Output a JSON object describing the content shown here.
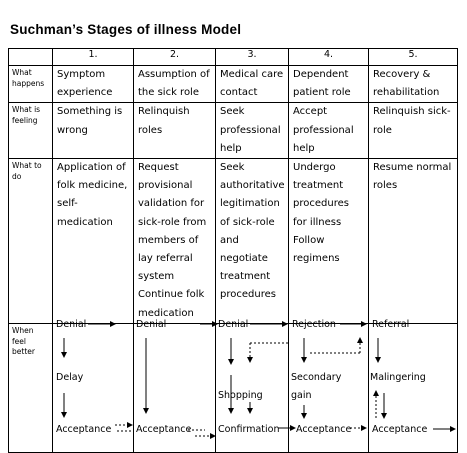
{
  "title": "Suchman’s Stages of illness Model",
  "stages": [
    "1.",
    "2.",
    "3.",
    "4.",
    "5."
  ],
  "row_labels": {
    "what_happens": [
      "What",
      "happens"
    ],
    "what_is_feeling": [
      "What is",
      "feeling"
    ],
    "what_to_do": [
      "What to",
      "do"
    ],
    "when_feel_better": [
      "When",
      "feel",
      "better"
    ]
  },
  "what_happens": [
    [
      "Symptom",
      "experience"
    ],
    [
      "Assumption of",
      "the sick role"
    ],
    [
      "Medical care",
      "contact"
    ],
    [
      "Dependent",
      "patient role"
    ],
    [
      "Recovery &",
      "rehabilitation"
    ]
  ],
  "feeling": [
    [
      "Something is",
      "wrong"
    ],
    [
      "Relinquish",
      "roles"
    ],
    [
      "Seek",
      "professional",
      "help"
    ],
    [
      "Accept",
      "professional",
      "help"
    ],
    [
      "Relinquish sick-",
      "role"
    ]
  ],
  "what_to_do": [
    [
      "Application of",
      "folk medicine,",
      "self-",
      "medication"
    ],
    [
      "Request",
      "provisional",
      "validation for",
      "sick-role from",
      "members of",
      "lay referral",
      "system",
      "Continue folk",
      "medication"
    ],
    [
      "Seek",
      "authoritative",
      "legitimation",
      "of sick-role",
      "and",
      "negotiate",
      "treatment",
      "procedures"
    ],
    [
      "Undergo",
      "treatment",
      "procedures",
      "for illness",
      "Follow",
      "regimens"
    ],
    [
      "Resume normal",
      "roles"
    ]
  ],
  "flow": {
    "denial": "Denial",
    "delay": "Delay",
    "acceptance": "Acceptance",
    "shopping": "Shopping",
    "confirmation": "Confirmation",
    "rejection": "Rejection",
    "secondary_gain": [
      "Secondary",
      "gain"
    ],
    "referral": "Referral",
    "malingering": "Malingering"
  }
}
